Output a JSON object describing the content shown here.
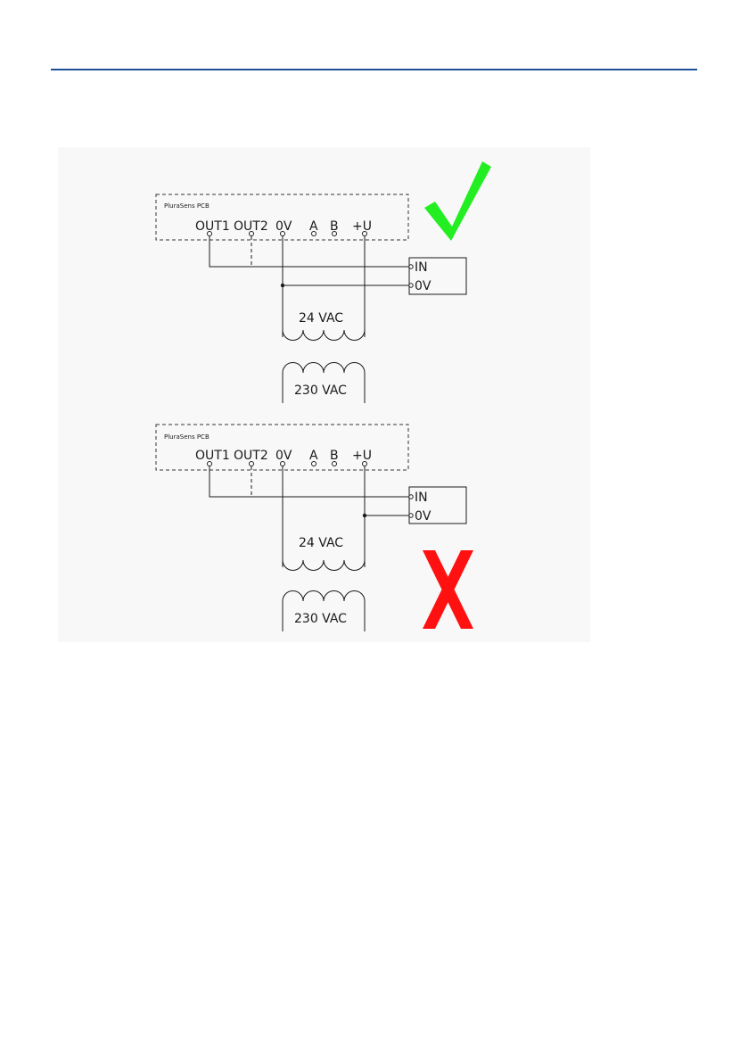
{
  "pcb_title": "PluraSens PCB",
  "terminals": [
    "OUT1",
    "OUT2",
    "0V",
    "A",
    "B",
    "+U"
  ],
  "device_terminals": [
    "IN",
    "0V"
  ],
  "secondary_label": "24  VAC",
  "primary_label": "230  VAC",
  "colors": {
    "correct": "#22ee22",
    "wrong": "#ff1111",
    "rule": "#1f4e99"
  },
  "marks": {
    "correct": "check-icon",
    "wrong": "cross-icon"
  }
}
